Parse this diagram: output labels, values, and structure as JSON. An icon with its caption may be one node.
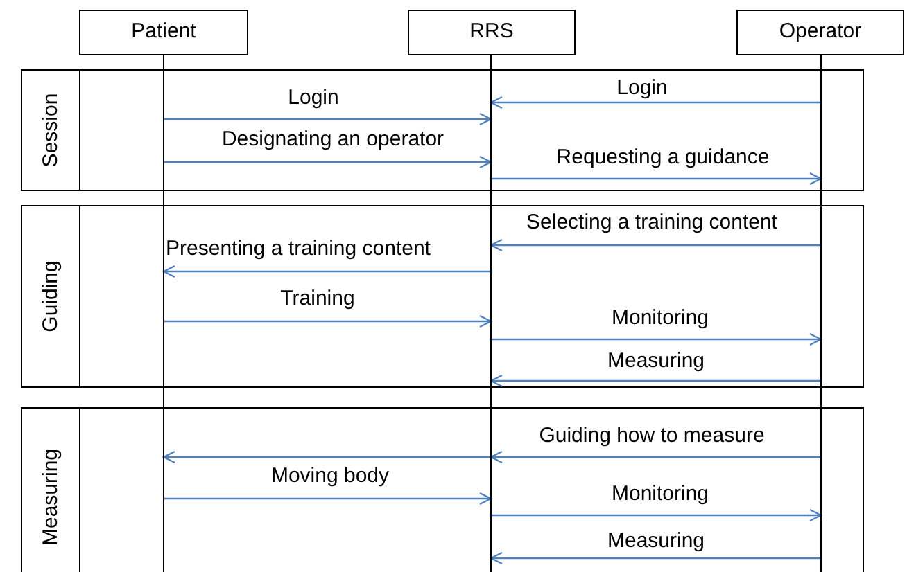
{
  "diagram": {
    "nodes": [
      {
        "text": [
          "Patient"
        ]
      },
      {
        "text": [
          "RRS"
        ]
      },
      {
        "text": [
          "Operator"
        ]
      },
      {
        "text": [
          "Session"
        ]
      },
      {
        "text": [
          "Guiding"
        ]
      },
      {
        "text": [
          "Measuring"
        ]
      }
    ],
    "edges": [
      {
        "from": 2,
        "to": 1,
        "arrow": "to",
        "label": "Login"
      },
      {
        "from": 0,
        "to": 1,
        "arrow": "to",
        "label": "Login"
      },
      {
        "from": 0,
        "to": 1,
        "arrow": "to",
        "label": "Designating an operator"
      },
      {
        "from": 1,
        "to": 2,
        "arrow": "to",
        "label": "Requesting a guidance"
      },
      {
        "from": 2,
        "to": 1,
        "arrow": "to",
        "label": "Selecting a training content"
      },
      {
        "from": 1,
        "to": 0,
        "arrow": "to",
        "label": "Presenting a training content"
      },
      {
        "from": 0,
        "to": 1,
        "arrow": "to",
        "label": "Training"
      },
      {
        "from": 1,
        "to": 2,
        "arrow": "to",
        "label": "Monitoring"
      },
      {
        "from": 2,
        "to": 1,
        "arrow": "to",
        "label": "Measuring"
      },
      {
        "from": 2,
        "to": 1,
        "arrow": "to",
        "label": "Guiding how to measure"
      },
      {
        "from": 1,
        "to": 0,
        "arrow": "to"
      },
      {
        "from": 0,
        "to": 1,
        "arrow": "to",
        "label": "Moving body"
      },
      {
        "from": 1,
        "to": 2,
        "arrow": "to",
        "label": "Monitoring"
      },
      {
        "from": 2,
        "to": 1,
        "arrow": "to",
        "label": "Measuring"
      }
    ]
  }
}
